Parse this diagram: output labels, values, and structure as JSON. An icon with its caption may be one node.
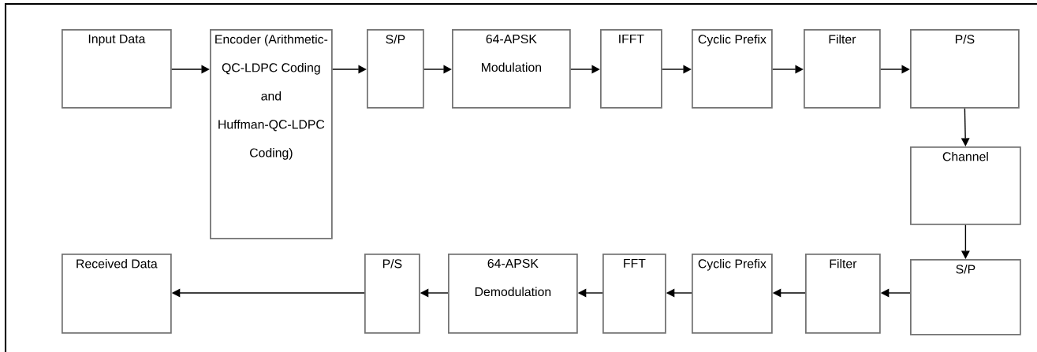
{
  "diagram": {
    "nodes": [
      {
        "text": [
          "Input Data"
        ]
      },
      {
        "text": [
          "Encoder (Arithmetic-QC-LDPC Coding and Huffman-QC-LDPC Coding)"
        ]
      },
      {
        "text": [
          "S/P"
        ]
      },
      {
        "text": [
          "64-APSK Modulation"
        ]
      },
      {
        "text": [
          "IFFT"
        ]
      },
      {
        "text": [
          "Cyclic Prefix"
        ]
      },
      {
        "text": [
          "Filter"
        ]
      },
      {
        "text": [
          "P/S"
        ]
      },
      {
        "text": [
          "Channel"
        ]
      },
      {
        "text": [
          "S/P"
        ]
      },
      {
        "text": [
          "Filter"
        ]
      },
      {
        "text": [
          "Cyclic Prefix"
        ]
      },
      {
        "text": [
          "FFT"
        ]
      },
      {
        "text": [
          "64-APSK Demodulation"
        ]
      },
      {
        "text": [
          "P/S"
        ]
      },
      {
        "text": [
          "Received Data"
        ]
      }
    ],
    "edges": [
      {
        "from": 0,
        "to": 1,
        "arrow": "to"
      },
      {
        "from": 1,
        "to": 2,
        "arrow": "to"
      },
      {
        "from": 2,
        "to": 3,
        "arrow": "to"
      },
      {
        "from": 3,
        "to": 4,
        "arrow": "to"
      },
      {
        "from": 4,
        "to": 5,
        "arrow": "to"
      },
      {
        "from": 5,
        "to": 6,
        "arrow": "to"
      },
      {
        "from": 6,
        "to": 7,
        "arrow": "to"
      },
      {
        "from": 7,
        "to": 8,
        "arrow": "to"
      },
      {
        "from": 8,
        "to": 9,
        "arrow": "to"
      },
      {
        "from": 9,
        "to": 10,
        "arrow": "to"
      },
      {
        "from": 10,
        "to": 11,
        "arrow": "to"
      },
      {
        "from": 11,
        "to": 12,
        "arrow": "to"
      },
      {
        "from": 12,
        "to": 13,
        "arrow": "to"
      },
      {
        "from": 13,
        "to": 14,
        "arrow": "to"
      },
      {
        "from": 14,
        "to": 15,
        "arrow": "to"
      }
    ]
  }
}
